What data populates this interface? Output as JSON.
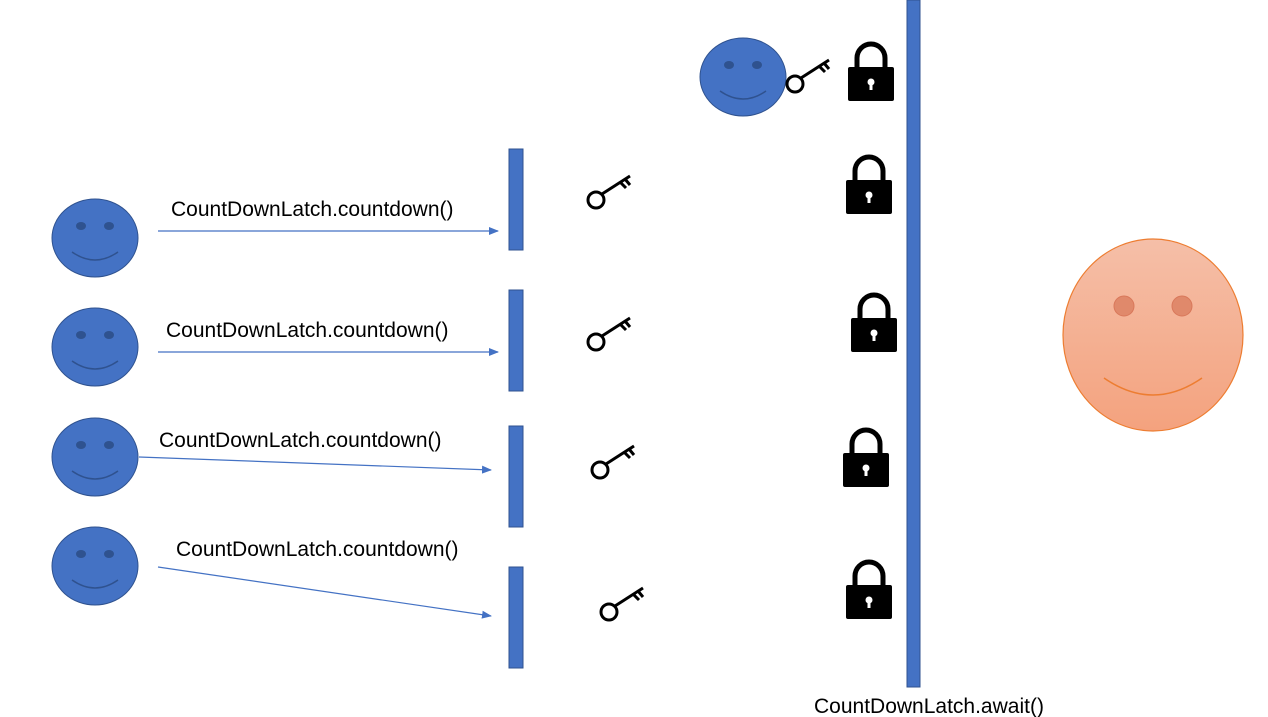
{
  "diagram": {
    "countdown_label": "CountDownLatch.countdown()",
    "await_label": "CountDownLatch.await()",
    "threads": [
      {
        "label": "CountDownLatch.countdown()"
      },
      {
        "label": "CountDownLatch.countdown()"
      },
      {
        "label": "CountDownLatch.countdown()"
      },
      {
        "label": "CountDownLatch.countdown()"
      }
    ]
  },
  "colors": {
    "worker_face": "#4472C4",
    "worker_face_border": "#2F528F",
    "waiter_face_top": "#F4B9A3",
    "waiter_face_bottom": "#F4A27E",
    "waiter_face_border": "#ED7D31",
    "barrier": "#4472C4",
    "arrow": "#4472C4",
    "lock": "#000000",
    "key": "#000000"
  },
  "icons": {
    "worker": "smiley-face-icon",
    "waiter": "smiley-face-icon",
    "key": "key-icon",
    "lock": "padlock-icon"
  }
}
